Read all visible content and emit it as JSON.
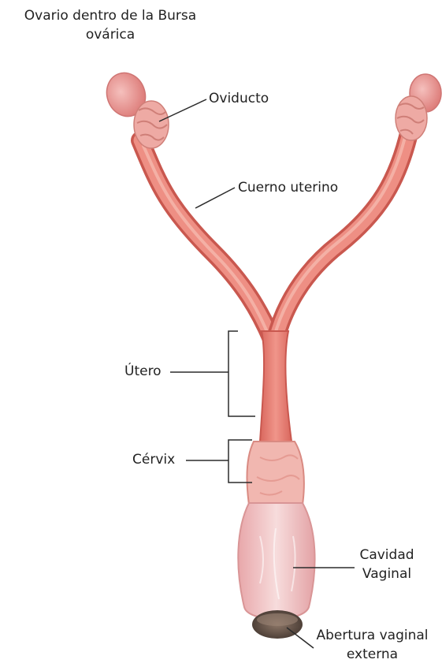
{
  "labels": {
    "ovary_line1": "Ovario dentro de la Bursa",
    "ovary_line2": "ovárica",
    "oviduct": "Oviducto",
    "uterine_horn": "Cuerno uterino",
    "uterus": "Útero",
    "cervix": "Cérvix",
    "vaginal_cavity_line1": "Cavidad",
    "vaginal_cavity_line2": "Vaginal",
    "vaginal_opening_line1": "Abertura vaginal",
    "vaginal_opening_line2": "externa"
  },
  "colors": {
    "tissue": "#e8837a",
    "tissue_dark": "#c9584f",
    "tissue_light": "#f3b3aa",
    "ovary": "#e99a98",
    "vagina": "#f2c4c6",
    "opening": "#6b5a4e",
    "leader": "#2b2b2b"
  }
}
